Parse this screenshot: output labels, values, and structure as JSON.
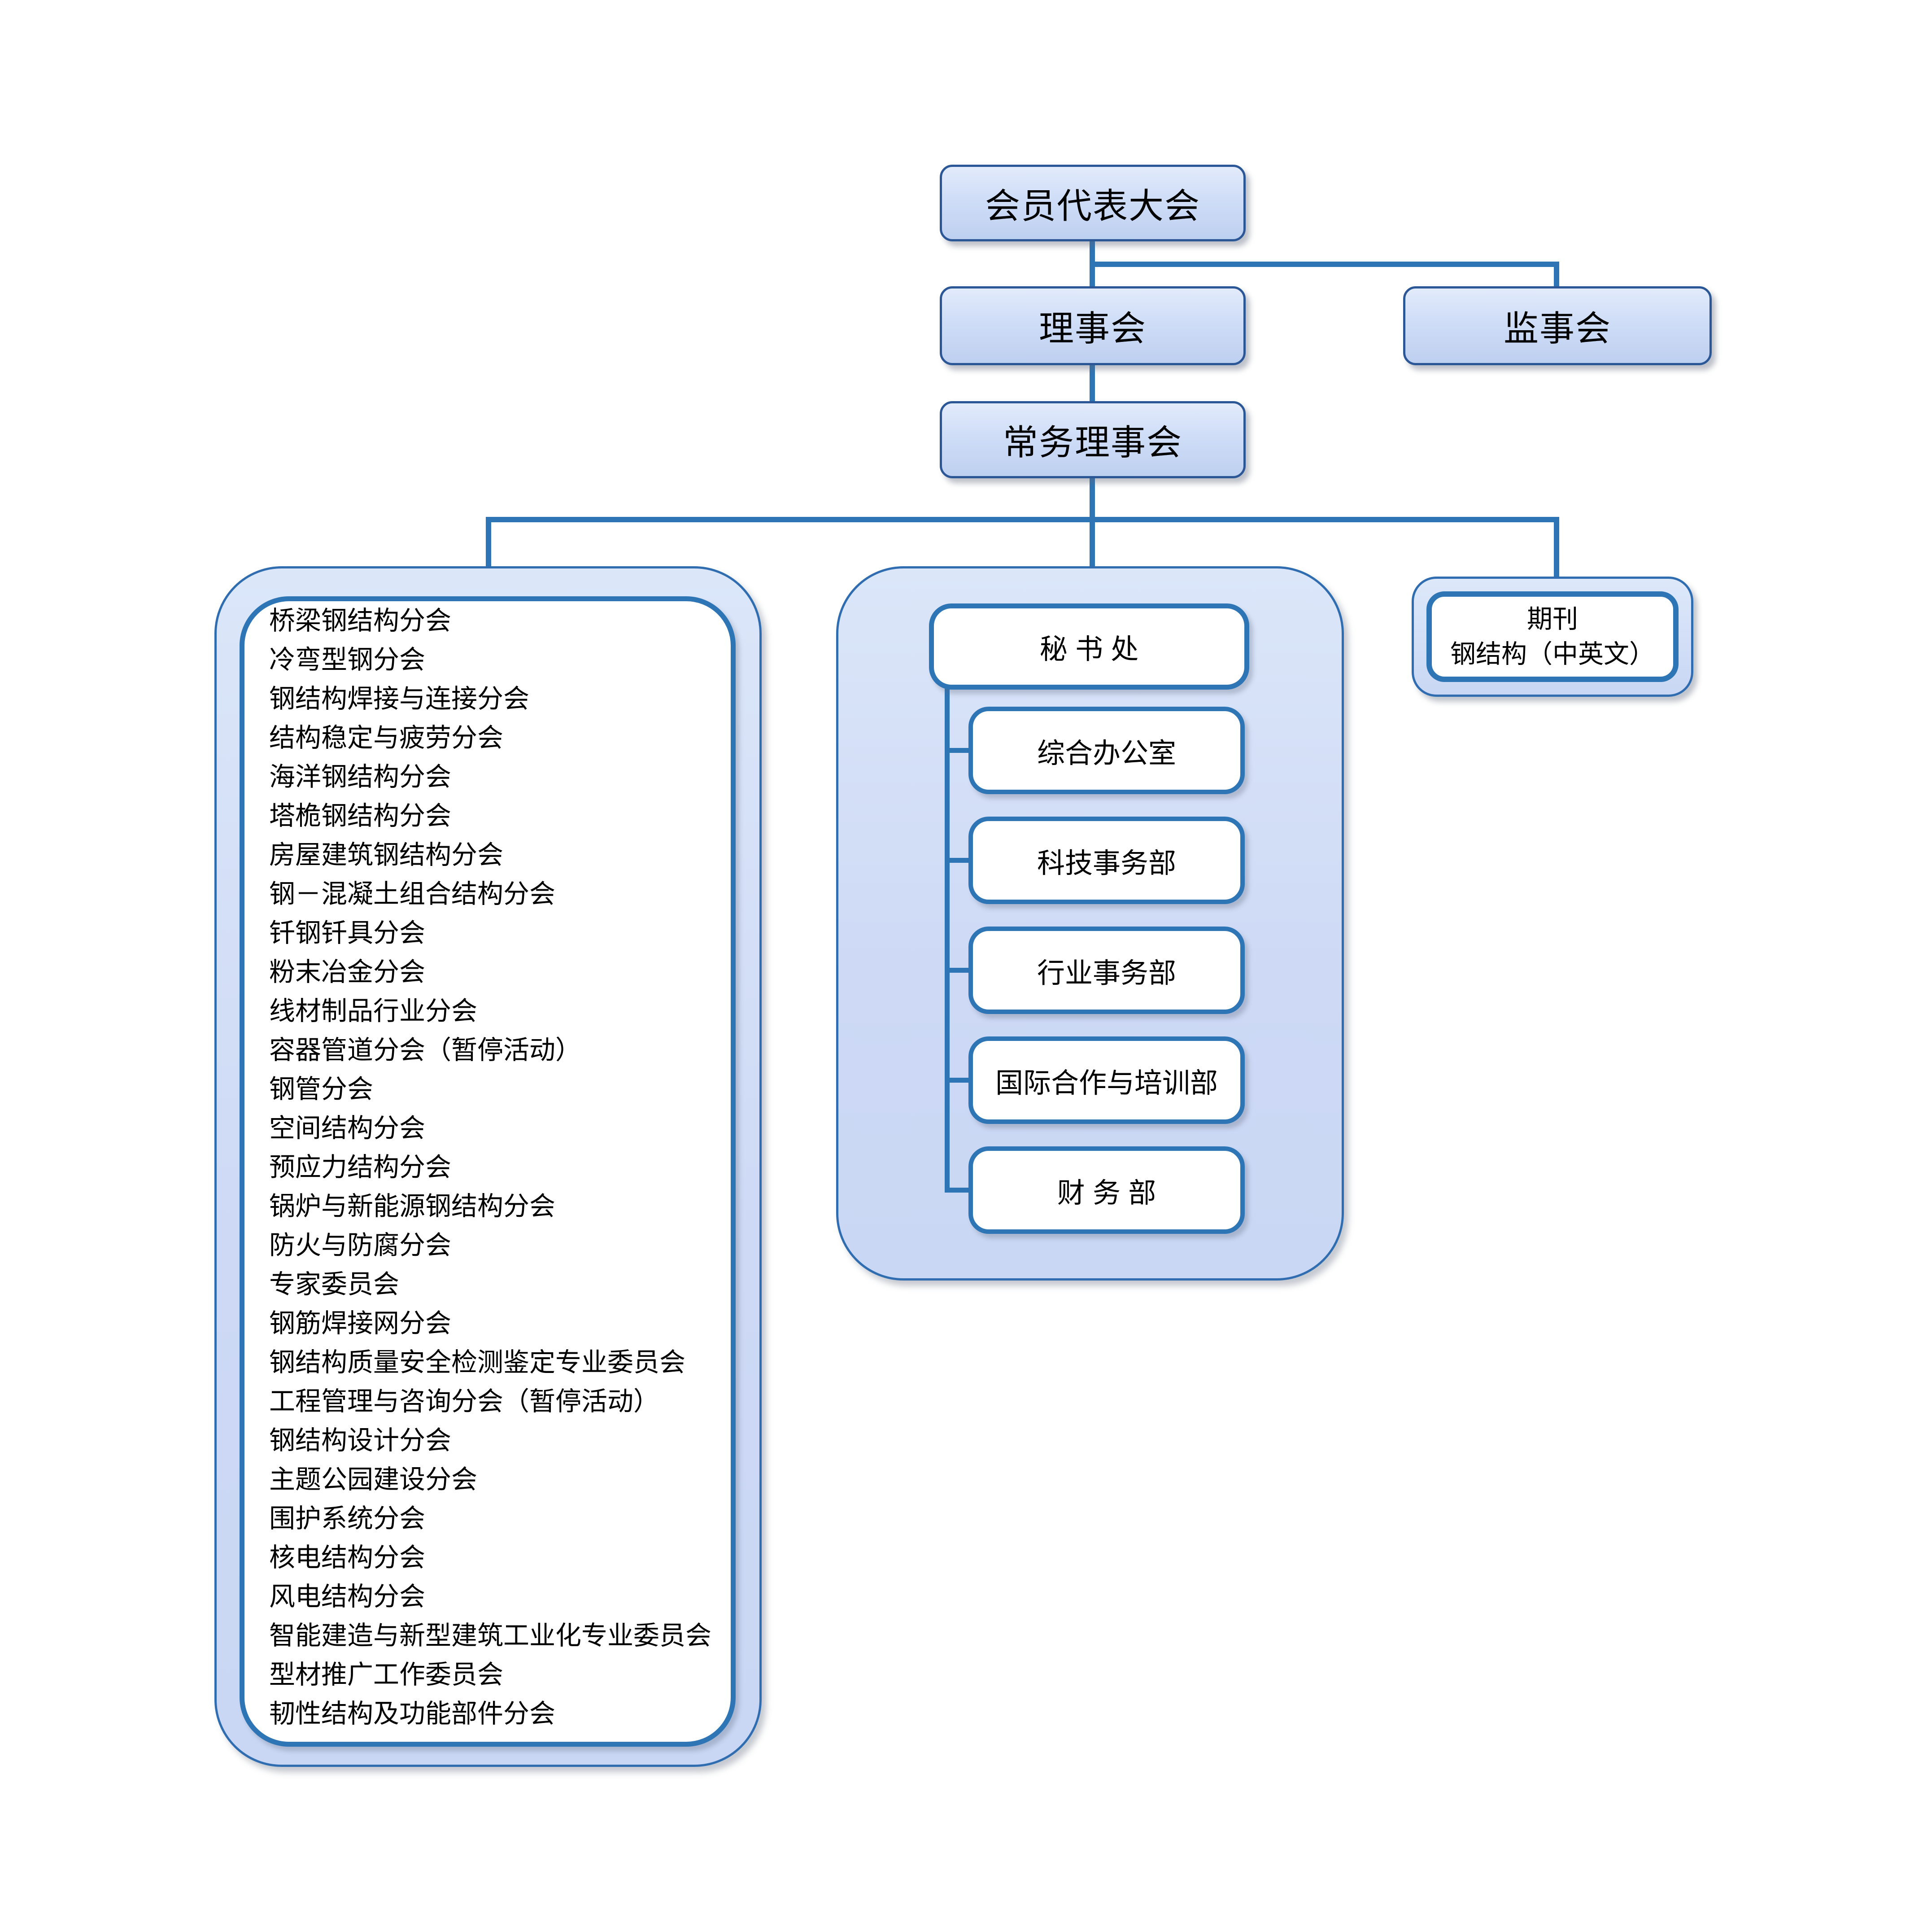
{
  "diagram": {
    "nodes": {
      "assembly": "会员代表大会",
      "council": "理事会",
      "supervisory": "监事会",
      "standing_council": "常务理事会",
      "secretariat": "秘  书  处"
    },
    "departments": [
      "综合办公室",
      "科技事务部",
      "行业事务部",
      "国际合作与培训部",
      "财  务  部"
    ],
    "branches": [
      "桥梁钢结构分会",
      "冷弯型钢分会",
      "钢结构焊接与连接分会",
      "结构稳定与疲劳分会",
      "海洋钢结构分会",
      "塔桅钢结构分会",
      "房屋建筑钢结构分会",
      "钢－混凝土组合结构分会",
      "钎钢钎具分会",
      "粉末冶金分会",
      "线材制品行业分会",
      "容器管道分会（暂停活动）",
      "钢管分会",
      "空间结构分会",
      "预应力结构分会",
      "锅炉与新能源钢结构分会",
      "防火与防腐分会",
      "专家委员会",
      "钢筋焊接网分会",
      "钢结构质量安全检测鉴定专业委员会",
      "工程管理与咨询分会（暂停活动）",
      "钢结构设计分会",
      "主题公园建设分会",
      "围护系统分会",
      "核电结构分会",
      "风电结构分会",
      "智能建造与新型建筑工业化专业委员会",
      "型材推广工作委员会",
      "韧性结构及功能部件分会"
    ],
    "journal": {
      "line1": "期刊",
      "line2": "钢结构（中英文）"
    },
    "colors": {
      "connector": "#2e75b6",
      "node_border": "#2b5796",
      "node_fill_top": "#e2ebfb",
      "node_fill_bottom": "#bed0f0",
      "text": "#000000",
      "background": "#ffffff"
    }
  }
}
